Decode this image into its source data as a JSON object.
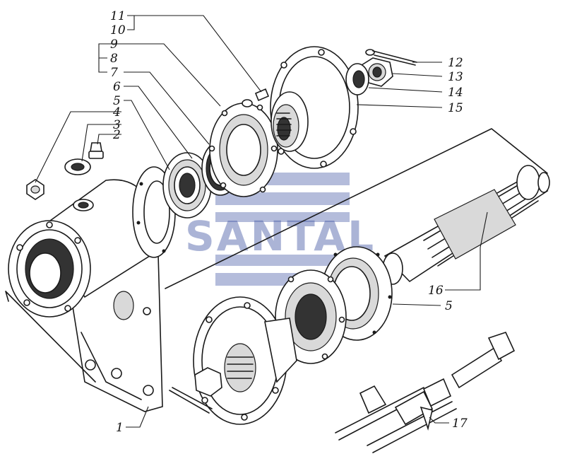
{
  "watermark": {
    "text": "SANTAL",
    "color": "#3a4fa0"
  },
  "callouts": {
    "n1": "1",
    "n2": "2",
    "n3": "3",
    "n4": "4",
    "n5_upper": "5",
    "n6": "6",
    "n7": "7",
    "n8": "8",
    "n9": "9",
    "n10": "10",
    "n11": "11",
    "n12": "12",
    "n13": "13",
    "n14": "14",
    "n15": "15",
    "n16": "16",
    "n5_lower": "5",
    "n17": "17"
  }
}
